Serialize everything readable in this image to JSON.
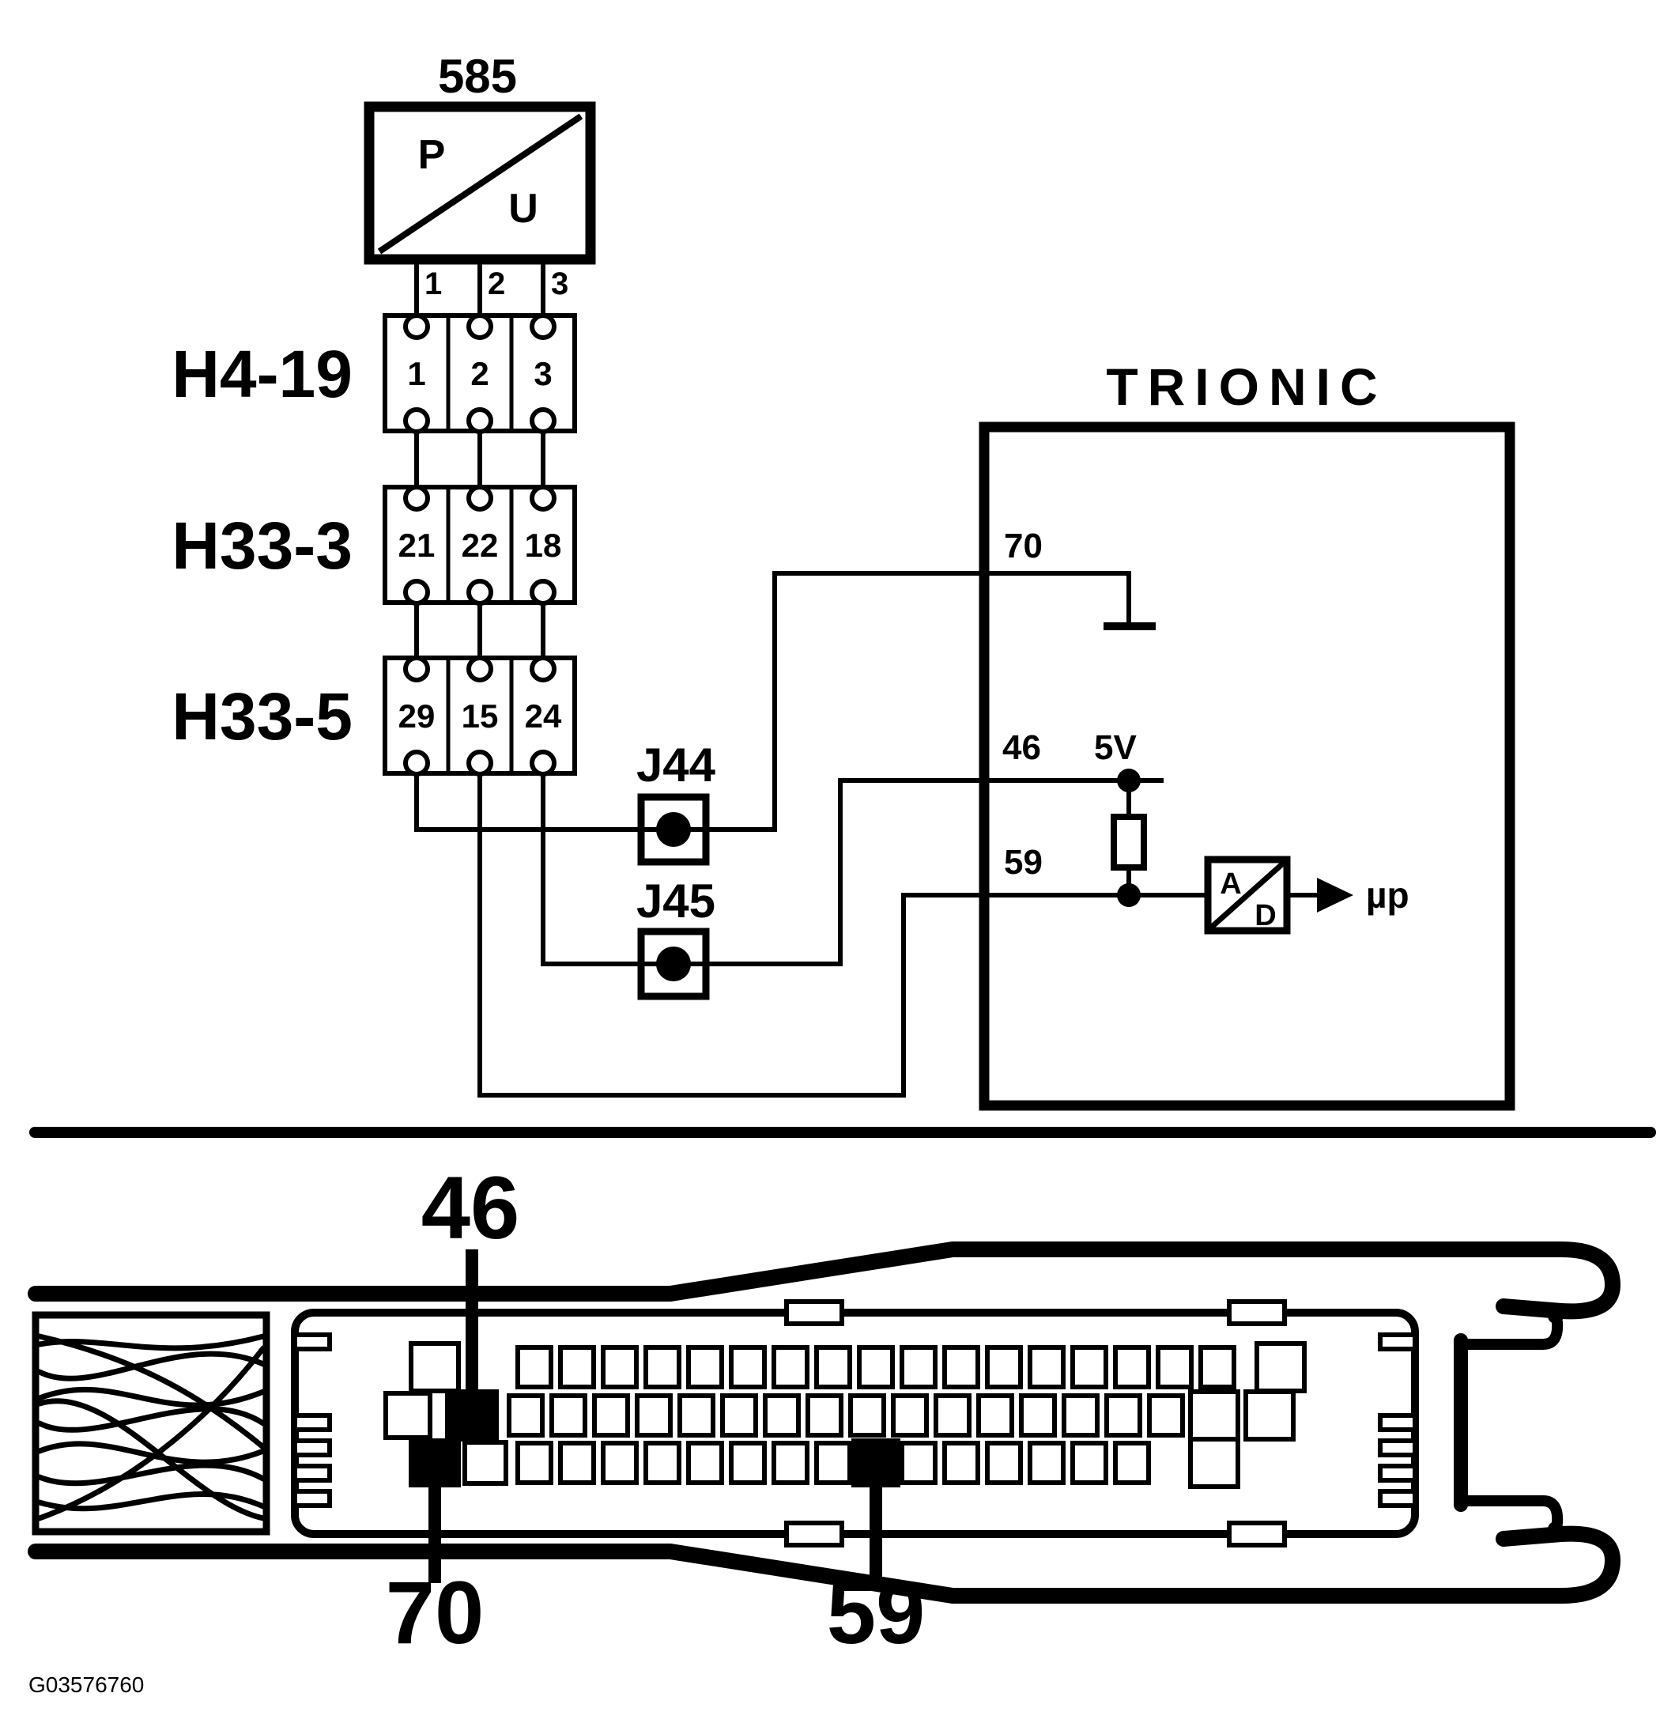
{
  "colors": {
    "ink": "#000000",
    "paper": "#ffffff"
  },
  "schematic": {
    "sensor": {
      "id": "585",
      "pressure_symbol": "P",
      "voltage_symbol": "U",
      "stub_pins": [
        "1",
        "2",
        "3"
      ]
    },
    "connectors": [
      {
        "name": "H4-19",
        "pins": [
          "1",
          "2",
          "3"
        ]
      },
      {
        "name": "H33-3",
        "pins": [
          "21",
          "22",
          "18"
        ]
      },
      {
        "name": "H33-5",
        "pins": [
          "29",
          "15",
          "24"
        ]
      }
    ],
    "junctions": [
      {
        "name": "J44"
      },
      {
        "name": "J45"
      }
    ],
    "ecu": {
      "name": "TRIONIC",
      "ground_pin": "70",
      "supply_pin": "46",
      "supply_voltage": "5V",
      "signal_pin": "59",
      "adc_top": "A",
      "adc_bottom": "D",
      "micro_label": "µp"
    }
  },
  "connector_view": {
    "callout_supply": "46",
    "callout_ground": "70",
    "callout_signal": "59",
    "figure_id": "G03576760"
  }
}
